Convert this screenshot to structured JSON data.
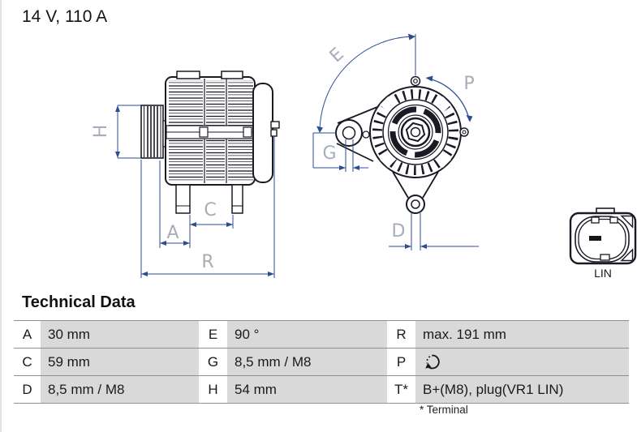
{
  "header": {
    "title": "14 V, 110 A"
  },
  "diagram": {
    "side_view": {
      "h": "H",
      "a": "A",
      "c": "C",
      "r": "R"
    },
    "front_view": {
      "e": "E",
      "p": "P",
      "g": "G",
      "d": "D"
    },
    "connector_label": "LIN",
    "colors": {
      "dimension_line_blue": "#2d4d91",
      "dimension_letter_gray": "#a6adb9",
      "drawing_line_dark": "#1a1a24"
    }
  },
  "table": {
    "heading": "Technical Data",
    "rows": [
      {
        "cells": [
          {
            "key": "A",
            "value": "30 mm"
          },
          {
            "key": "E",
            "value": "90 °"
          },
          {
            "key": "R",
            "value": "max. 191 mm"
          }
        ]
      },
      {
        "cells": [
          {
            "key": "C",
            "value": "59 mm"
          },
          {
            "key": "G",
            "value": "8,5 mm / M8"
          },
          {
            "key": "P",
            "value": "",
            "icon": "rotation-direction-clockwise-icon"
          }
        ]
      },
      {
        "cells": [
          {
            "key": "D",
            "value": "8,5 mm / M8"
          },
          {
            "key": "H",
            "value": "54 mm"
          },
          {
            "key": "T*",
            "value": "B+(M8), plug(VR1 LIN)"
          }
        ]
      }
    ],
    "footnote": "* Terminal",
    "cell_gray": "#d9d9d9"
  }
}
